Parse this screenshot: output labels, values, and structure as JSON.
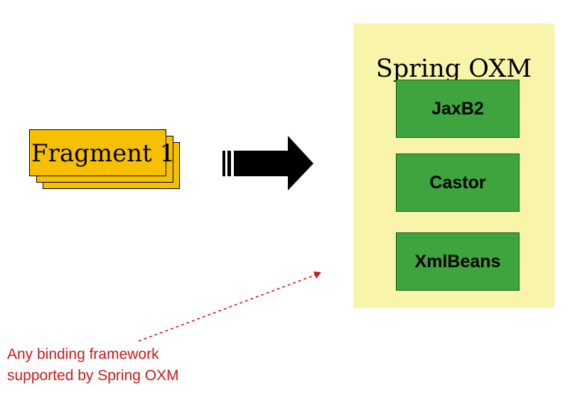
{
  "fragment": {
    "label": "Fragment 1"
  },
  "oxm": {
    "title": "Spring OXM",
    "bindings": [
      {
        "label": "JaxB2"
      },
      {
        "label": "Castor"
      },
      {
        "label": "XmlBeans"
      }
    ]
  },
  "note": {
    "line1": "Any binding framework",
    "line2": "supported by Spring OXM"
  },
  "colors": {
    "fragment_fill": "#f6c000",
    "panel_fill": "#f8f4a9",
    "binding_fill": "#3ea43e",
    "note_color": "#cc1a1a"
  }
}
